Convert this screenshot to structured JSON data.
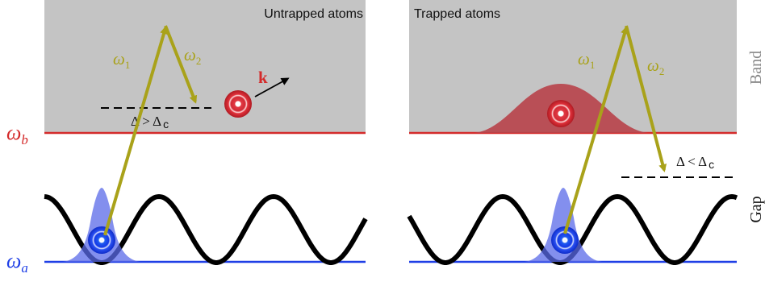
{
  "panels": {
    "left": {
      "title": "Untrapped atoms",
      "detuning_label": "Δ > Δ",
      "detuning_subscript": "c",
      "wavevector_label": "k"
    },
    "right": {
      "title": "Trapped atoms",
      "detuning_label": "Δ < Δ",
      "detuning_subscript": "c"
    }
  },
  "levels": {
    "upper": {
      "symbol": "ω",
      "subscript": "b"
    },
    "lower": {
      "symbol": "ω",
      "subscript": "a"
    }
  },
  "frequencies": {
    "pump": {
      "symbol": "ω",
      "subscript": "1"
    },
    "emitted": {
      "symbol": "ω",
      "subscript": "2"
    }
  },
  "side_labels": {
    "band": "Band",
    "gap": "Gap"
  },
  "colors": {
    "band_region": "#c4c4c4",
    "upper_level": "#d42a2a",
    "lower_level": "#1f3fe6",
    "transition_arrows": "#a9a21a",
    "standing_wave": "#000000",
    "atom_excited": "#cc1f2a",
    "atom_ground": "#1438e6",
    "wavefunction_lower": "#5a6ae8",
    "wavefunction_upper": "#b8434a",
    "labels": "#111111"
  }
}
